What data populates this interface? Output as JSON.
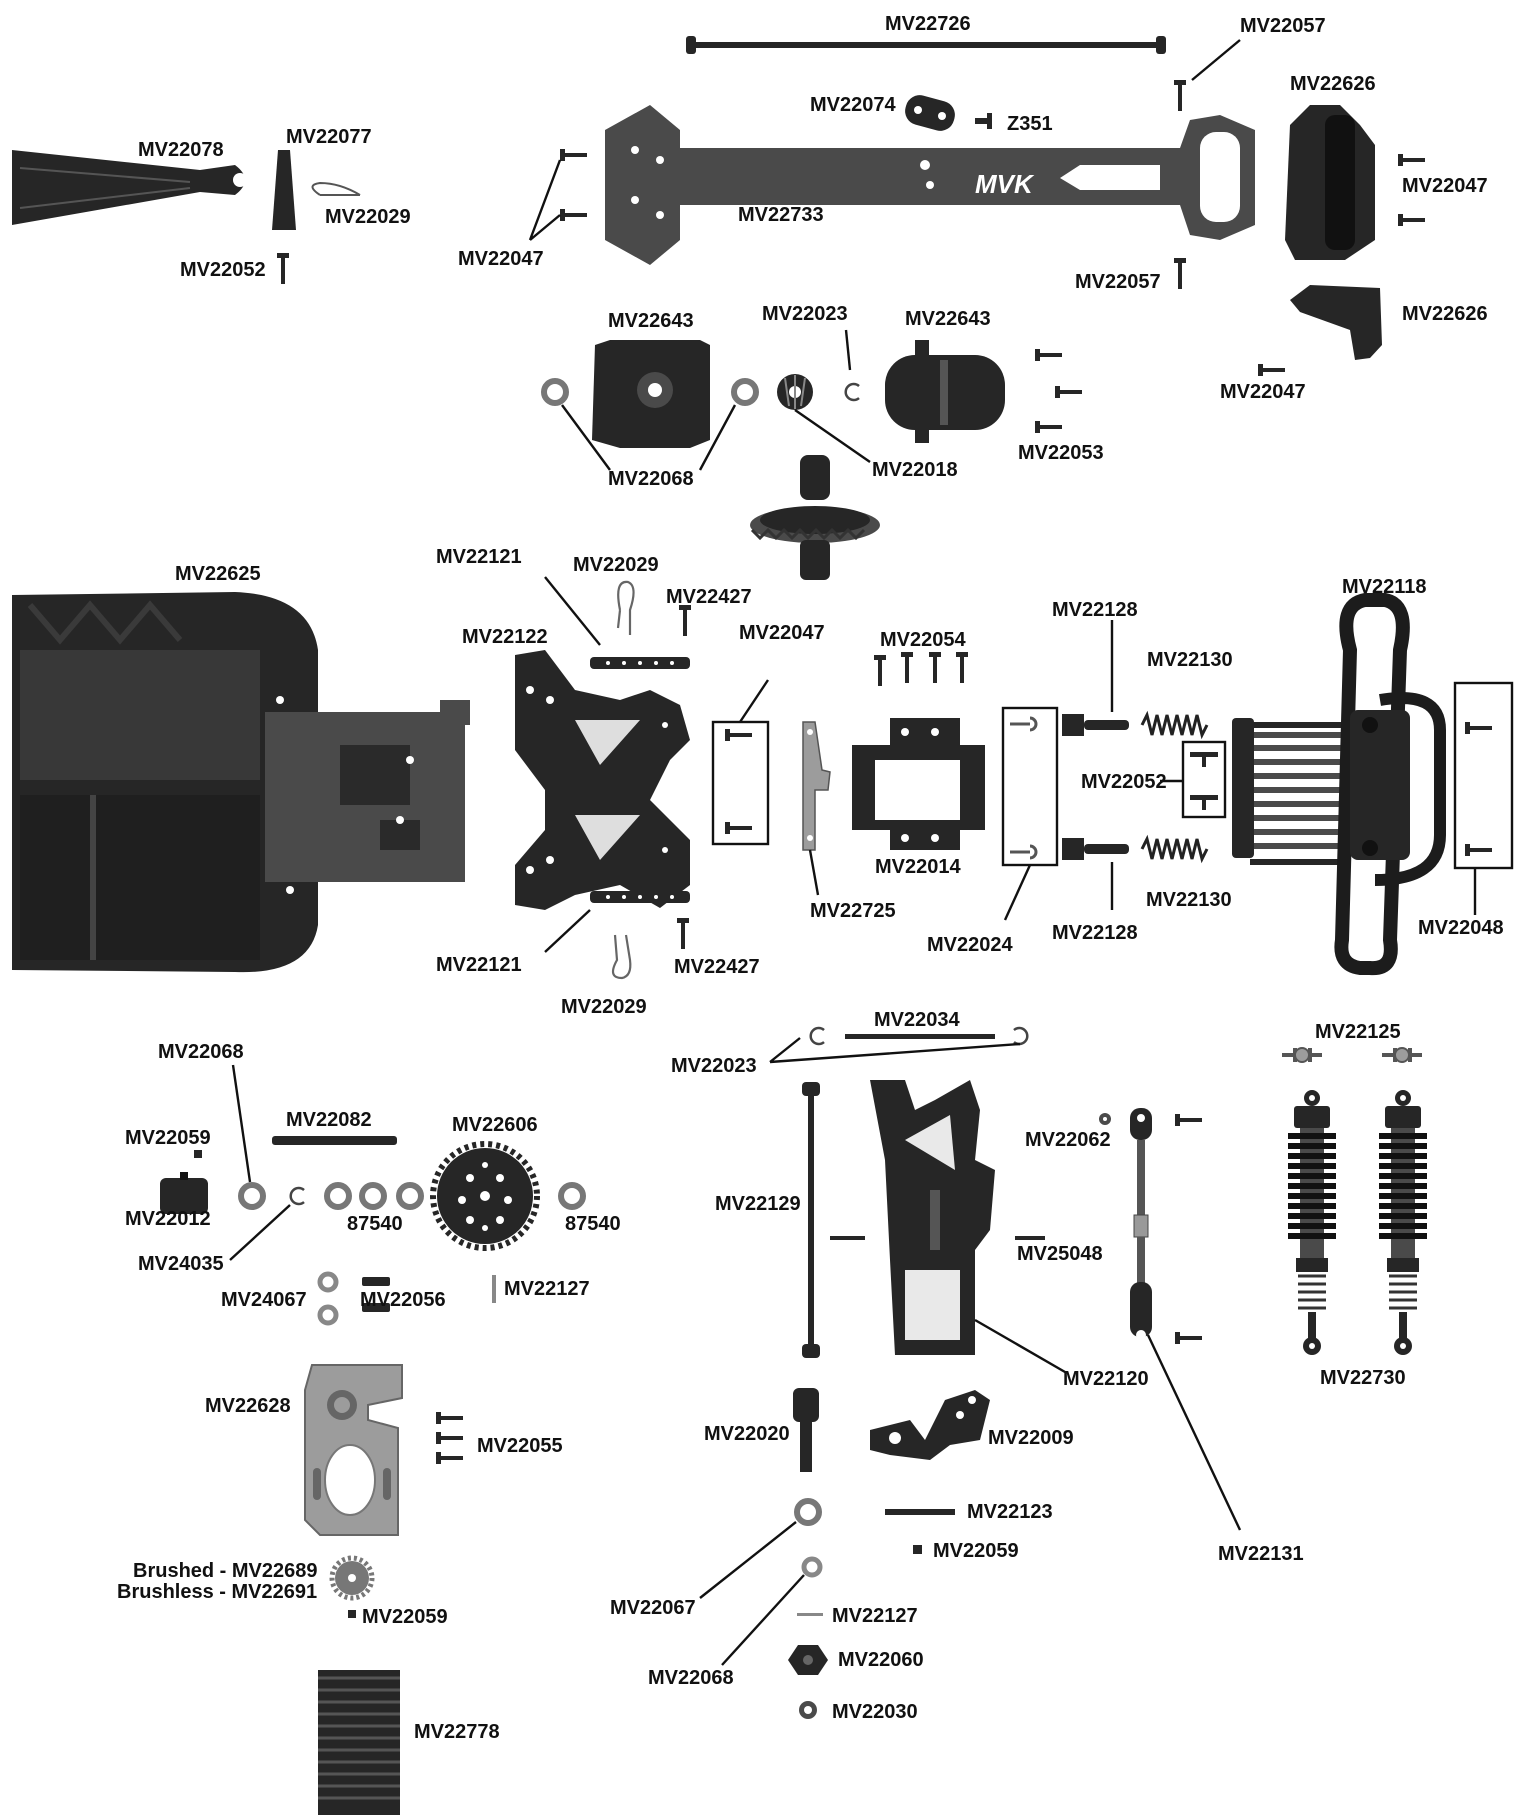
{
  "diagram": {
    "brand_logo": "MVK",
    "labels": {
      "mv22726": "MV22726",
      "mv22057_top": "MV22057",
      "mv22626_top": "MV22626",
      "mv22074": "MV22074",
      "z351": "Z351",
      "mv22078": "MV22078",
      "mv22077": "MV22077",
      "mv22029_top": "MV22029",
      "mv22052_top": "MV22052",
      "mv22047_left": "MV22047",
      "mv22733": "MV22733",
      "mv22047_right": "MV22047",
      "mv22057_mid": "MV22057",
      "mv22626_mid": "MV22626",
      "mv22643_left": "MV22643",
      "mv22023_top": "MV22023",
      "mv22643_right": "MV22643",
      "mv22047_bottom": "MV22047",
      "mv22053": "MV22053",
      "mv22068_top": "MV22068",
      "mv22018": "MV22018",
      "mv22625": "MV22625",
      "mv22121_top": "MV22121",
      "mv22029_mid": "MV22029",
      "mv22427_top": "MV22427",
      "mv22122": "MV22122",
      "mv22047_mid": "MV22047",
      "mv22054": "MV22054",
      "mv22128_top": "MV22128",
      "mv22130_top": "MV22130",
      "mv22118": "MV22118",
      "mv22052_mid": "MV22052",
      "mv22014": "MV22014",
      "mv22725": "MV22725",
      "mv22024": "MV22024",
      "mv22128_bottom": "MV22128",
      "mv22130_bottom": "MV22130",
      "mv22048": "MV22048",
      "mv22121_bottom": "MV22121",
      "mv22427_bottom": "MV22427",
      "mv22029_bottom": "MV22029",
      "mv22068_left": "MV22068",
      "mv22082": "MV22082",
      "mv22606": "MV22606",
      "mv22059_left": "MV22059",
      "mv22012": "MV22012",
      "n87540_a": "87540",
      "n87540_b": "87540",
      "mv24035": "MV24035",
      "mv24067": "MV24067",
      "mv22056": "MV22056",
      "mv22127_top": "MV22127",
      "mv22628": "MV22628",
      "mv22055": "MV22055",
      "brushed": "Brushed - MV22689",
      "brushless": "Brushless - MV22691",
      "mv22059_motor": "MV22059",
      "mv22778": "MV22778",
      "mv22034": "MV22034",
      "mv22023_bottom": "MV22023",
      "mv22125": "MV22125",
      "mv22062": "MV22062",
      "mv22129": "MV22129",
      "mv25048": "MV25048",
      "mv22120": "MV22120",
      "mv22730": "MV22730",
      "mv22020": "MV22020",
      "mv22009": "MV22009",
      "mv22123": "MV22123",
      "mv22059_right": "MV22059",
      "mv22131": "MV22131",
      "mv22067": "MV22067",
      "mv22127_bottom": "MV22127",
      "mv22068_bottom": "MV22068",
      "mv22060": "MV22060",
      "mv22030": "MV22030"
    }
  }
}
